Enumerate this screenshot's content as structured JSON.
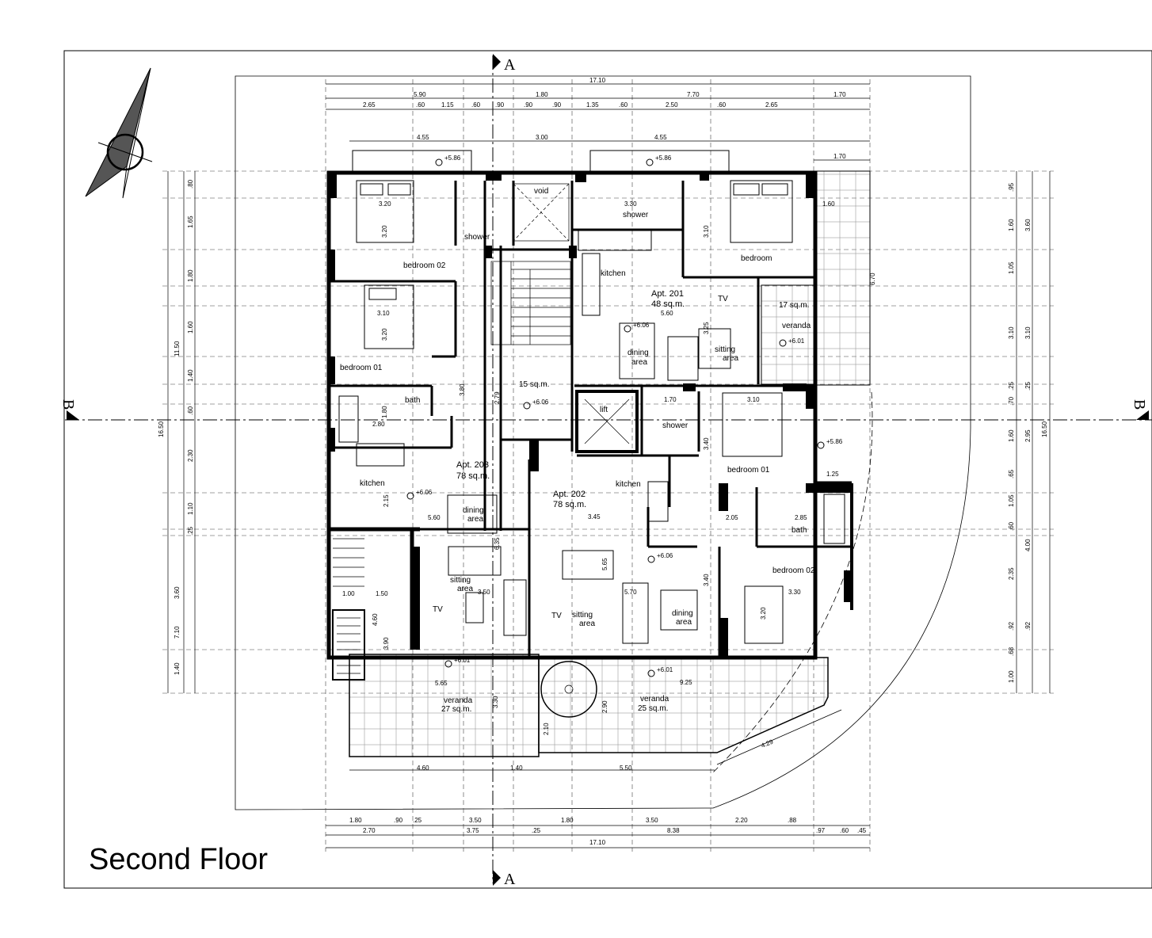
{
  "drawing": {
    "title": "Second Floor",
    "section_marks": {
      "a": "A",
      "b": "B"
    }
  },
  "apartments": [
    {
      "id": "apt-201",
      "name": "Apt. 201",
      "area": "48 sq.m."
    },
    {
      "id": "apt-202",
      "name": "Apt. 202",
      "area": "78 sq.m."
    },
    {
      "id": "apt-203",
      "name": "Apt. 203",
      "area": "78 sq.m."
    }
  ],
  "rooms": {
    "void": "void",
    "shower": "shower",
    "bedroom": "bedroom",
    "bedroom_01": "bedroom  01",
    "bedroom_02": "bedroom  02",
    "kitchen": "kitchen",
    "bath": "bath",
    "dining": "dining",
    "area": "area",
    "sitting": "sitting",
    "tv": "TV",
    "lift": "lift",
    "veranda": "veranda",
    "stair_area": "15 sq.m.",
    "veranda_17": "17 sq.m.",
    "veranda_27": "27 sq.m.",
    "veranda_25": "25 sq.m."
  },
  "levels": {
    "l586": "+5.86",
    "l606": "+6.06",
    "l601": "+6.01"
  },
  "dimensions": {
    "top_total": "17.10",
    "top_row1": [
      "5.90",
      "1.80",
      "7.70",
      "1.70"
    ],
    "top_row2": [
      "2.65",
      ".60",
      "1.15",
      ".60",
      ".90",
      ".90",
      ".90",
      "1.35",
      ".60",
      "2.50",
      ".60",
      "2.65"
    ],
    "top_row3": [
      "4.55",
      "3.00",
      "4.55",
      "1.70"
    ],
    "bottom_row1": [
      "1.80",
      ".90",
      ".25",
      "3.50",
      "1.80",
      "3.50",
      "2.20",
      ".88"
    ],
    "bottom_row2": [
      "2.70",
      "3.75",
      ".25",
      "8.38",
      ".97",
      ".60",
      ".45"
    ],
    "bottom_total": "17.10",
    "left_outer": [
      "11.50",
      "16.50",
      "7.10"
    ],
    "left_inner": [
      ".80",
      "1.65",
      "1.80",
      "1.60",
      "1.40",
      ".60",
      "2.30",
      "1.10",
      ".25",
      "3.60",
      "1.40"
    ],
    "right_inner": [
      ".95",
      "1.60",
      "1.05",
      "3.10",
      ".25",
      ".70",
      "1.60",
      ".65",
      "1.05",
      ".60",
      "2.35",
      ".92",
      ".68",
      "1.00"
    ],
    "right_mid": [
      "3.60",
      "6.70",
      "3.10",
      ".25",
      "2.95",
      "4.00",
      ".92"
    ],
    "right_outer": "16.50",
    "interior": [
      "3.20",
      "3.20",
      "3.10",
      "3.20",
      "2.80",
      "1.80",
      "3.80",
      "2.79",
      "5.60",
      "2.15",
      "6.35",
      "3.50",
      "4.60",
      "3.90",
      "5.65",
      "3.30",
      "2.10",
      "3.30",
      "3.10",
      "5.60",
      "3.25",
      "3.40",
      "3.10",
      "3.45",
      "5.65",
      "5.70",
      "2.05",
      "2.85",
      "3.30",
      "3.20",
      "3.40",
      "9.25",
      "2.90",
      "4.29",
      "4.60",
      "1.40",
      "5.50",
      "1.00",
      "1.50",
      "1.60",
      "1.70",
      "1.25"
    ]
  }
}
